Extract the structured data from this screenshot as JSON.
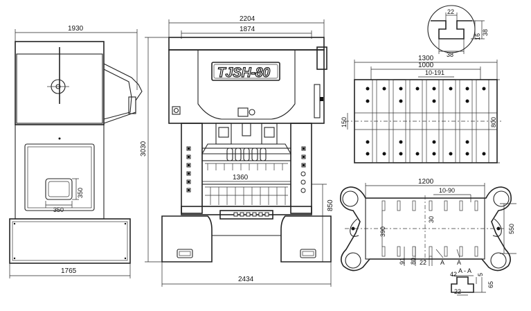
{
  "brand": "TJSH-80",
  "dimensions": {
    "side_width_top": "1930",
    "side_height_350": "350",
    "side_width_350": "350",
    "side_base_width": "1765",
    "front_width_outer": "2204",
    "front_width_inner": "1874",
    "front_height": "3030",
    "front_bed_width": "1360",
    "front_bed_height": "850",
    "front_base_width": "2434",
    "slot_width": "22",
    "slot_depth_16": "16",
    "slot_depth_38": "38",
    "slot_bottom_38": "38",
    "table_width_1300": "1300",
    "table_width_1000": "1000",
    "table_slot_spacing": "10-191",
    "table_height_150": "150",
    "table_depth_800": "800",
    "base_width_1200": "1200",
    "base_slot_spacing": "10-90",
    "base_depth_390": "390",
    "base_slot_30": "30",
    "base_depth_550": "550",
    "base_91": "91",
    "base_80": "80",
    "base_22": "22",
    "section_a_left": "A",
    "section_a_right": "A",
    "section_label": "A - A",
    "section_42": "42",
    "section_5": "5",
    "section_65": "65",
    "section_22": "22"
  }
}
